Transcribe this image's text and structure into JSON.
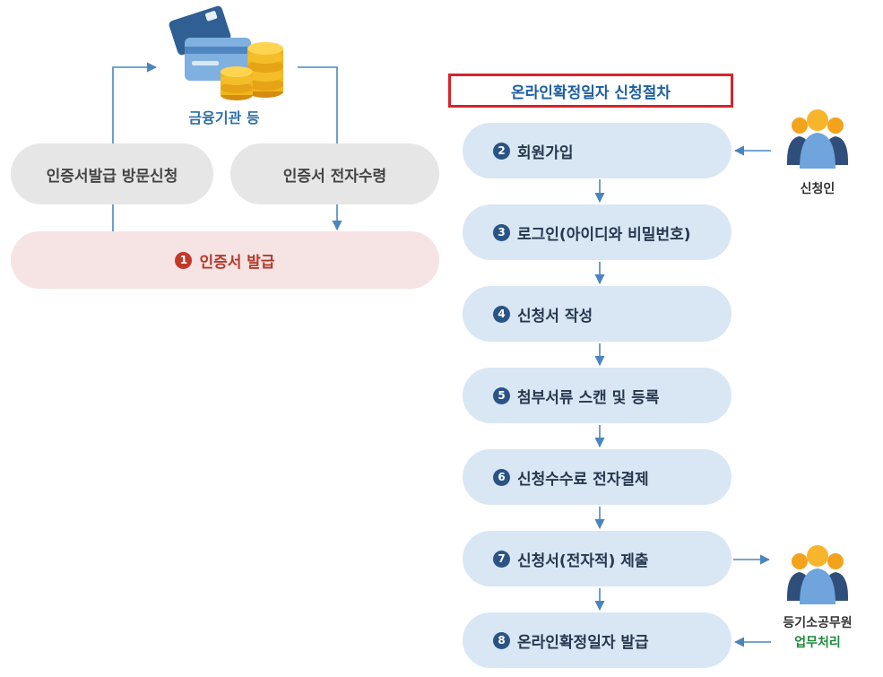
{
  "left": {
    "institution_label": "금융기관 등",
    "visit_apply": "인증서발급 방문신청",
    "electronic_receive": "인증서 전자수령",
    "issue": {
      "number": "1",
      "label": "인증서 발급"
    }
  },
  "right": {
    "title": "온라인확정일자 신청절차",
    "steps": [
      {
        "number": "2",
        "label": "회원가입"
      },
      {
        "number": "3",
        "label": "로그인(아이디와 비밀번호)"
      },
      {
        "number": "4",
        "label": "신청서 작성"
      },
      {
        "number": "5",
        "label": "첨부서류 스캔 및 등록"
      },
      {
        "number": "6",
        "label": "신청수수료 전자결제"
      },
      {
        "number": "7",
        "label": "신청서(전자적) 제출"
      },
      {
        "number": "8",
        "label": "온라인확정일자 발급"
      }
    ],
    "applicant": {
      "label": "신청인",
      "icon": "people-icon"
    },
    "officer": {
      "label": "등기소공무원",
      "sublabel": "업무처리",
      "icon": "people-icon"
    }
  },
  "colors": {
    "accent_blue": "#2f6fa7",
    "step_fill": "#d9e7f4",
    "issue_fill": "#f6e3e3",
    "issue_text": "#b23a2b",
    "title_border": "#d8232a",
    "officer_sub": "#1f8a3d"
  }
}
